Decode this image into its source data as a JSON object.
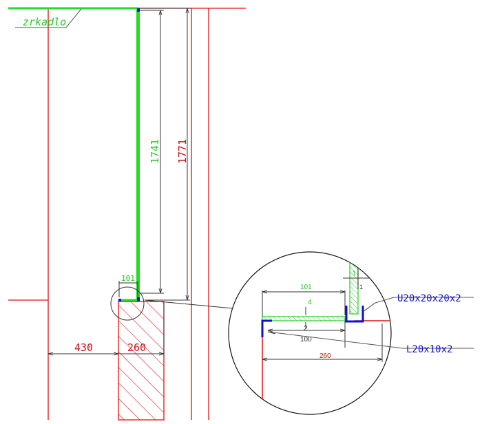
{
  "labels": {
    "mirror": "zrkadlo",
    "profile_u": "U20x20x20x2",
    "profile_l": "L20x10x2"
  },
  "dimensions": {
    "mirror_height": "1741",
    "total_height": "1771",
    "mirror_offset": "101",
    "left_gap": "430",
    "wall_thickness": "260",
    "detail_mirror_offset": "101",
    "detail_gap": "4",
    "detail_thickness": "2",
    "detail_l_length": "100",
    "detail_wall": "260",
    "detail_small_1": "1",
    "detail_small_1b": "1"
  },
  "colors": {
    "wall_red": "#e01010",
    "mirror_green": "#22dd22",
    "dim_red": "#cc1111",
    "dim_green": "#22cc22",
    "profile_blue": "#1010d0",
    "leader_dark": "#555555",
    "dim_line": "#333333"
  }
}
